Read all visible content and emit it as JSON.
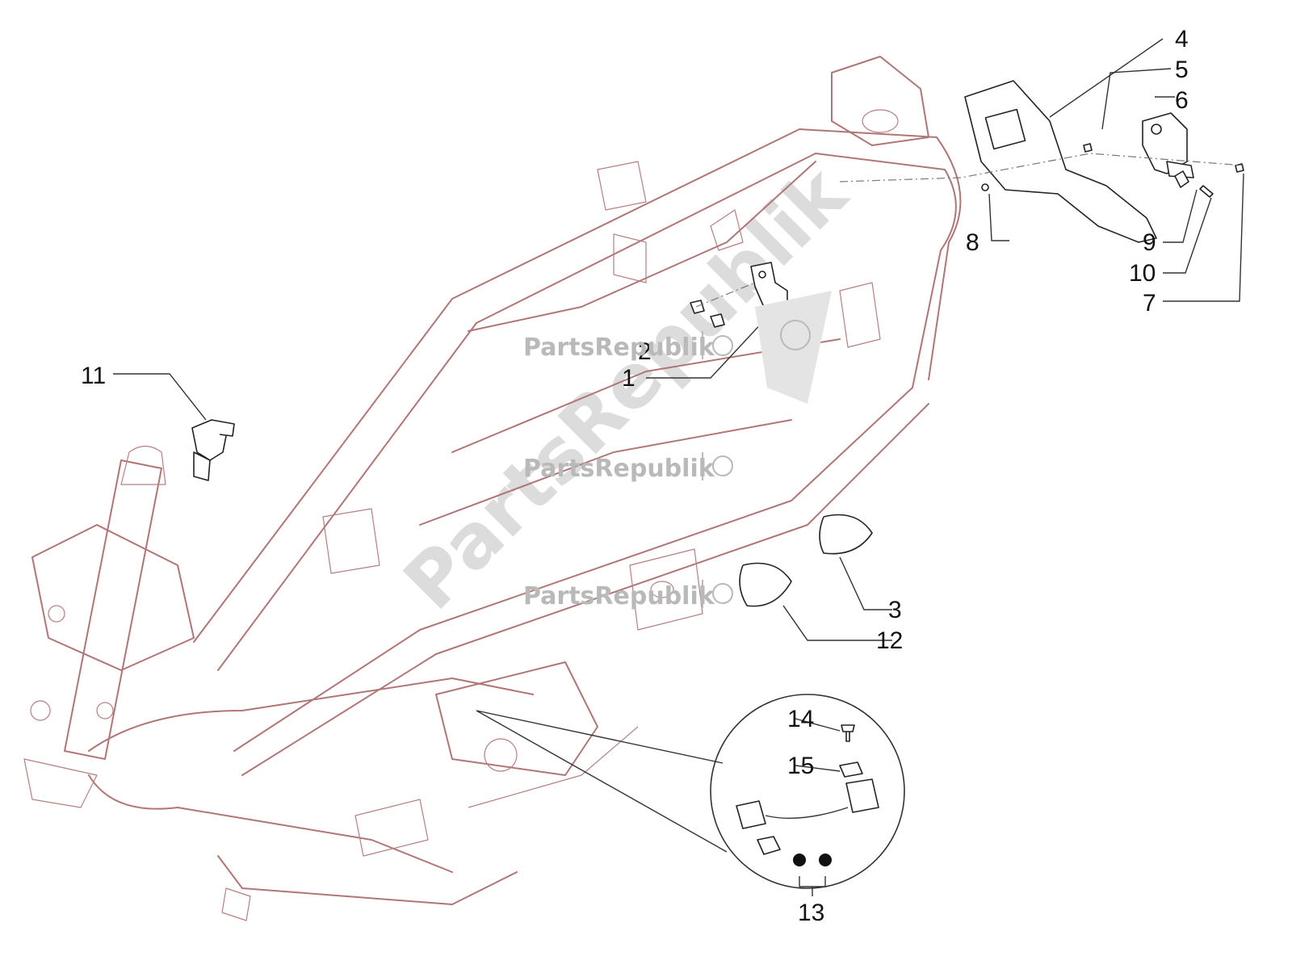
{
  "watermark": {
    "text": "PartsRepublik",
    "big_text": "PartsRepublik"
  },
  "callouts": [
    {
      "id": "c1",
      "label": "1"
    },
    {
      "id": "c2",
      "label": "2"
    },
    {
      "id": "c3",
      "label": "3"
    },
    {
      "id": "c4",
      "label": "4"
    },
    {
      "id": "c5",
      "label": "5"
    },
    {
      "id": "c6",
      "label": "6"
    },
    {
      "id": "c7",
      "label": "7"
    },
    {
      "id": "c8",
      "label": "8"
    },
    {
      "id": "c9",
      "label": "9"
    },
    {
      "id": "c10",
      "label": "10"
    },
    {
      "id": "c11",
      "label": "11"
    },
    {
      "id": "c12",
      "label": "12"
    },
    {
      "id": "c13",
      "label": "13"
    },
    {
      "id": "c14",
      "label": "14"
    },
    {
      "id": "c15",
      "label": "15"
    }
  ],
  "colors": {
    "frame": "#b07676",
    "parts": "#222222",
    "watermark": "#b9b9b9"
  }
}
